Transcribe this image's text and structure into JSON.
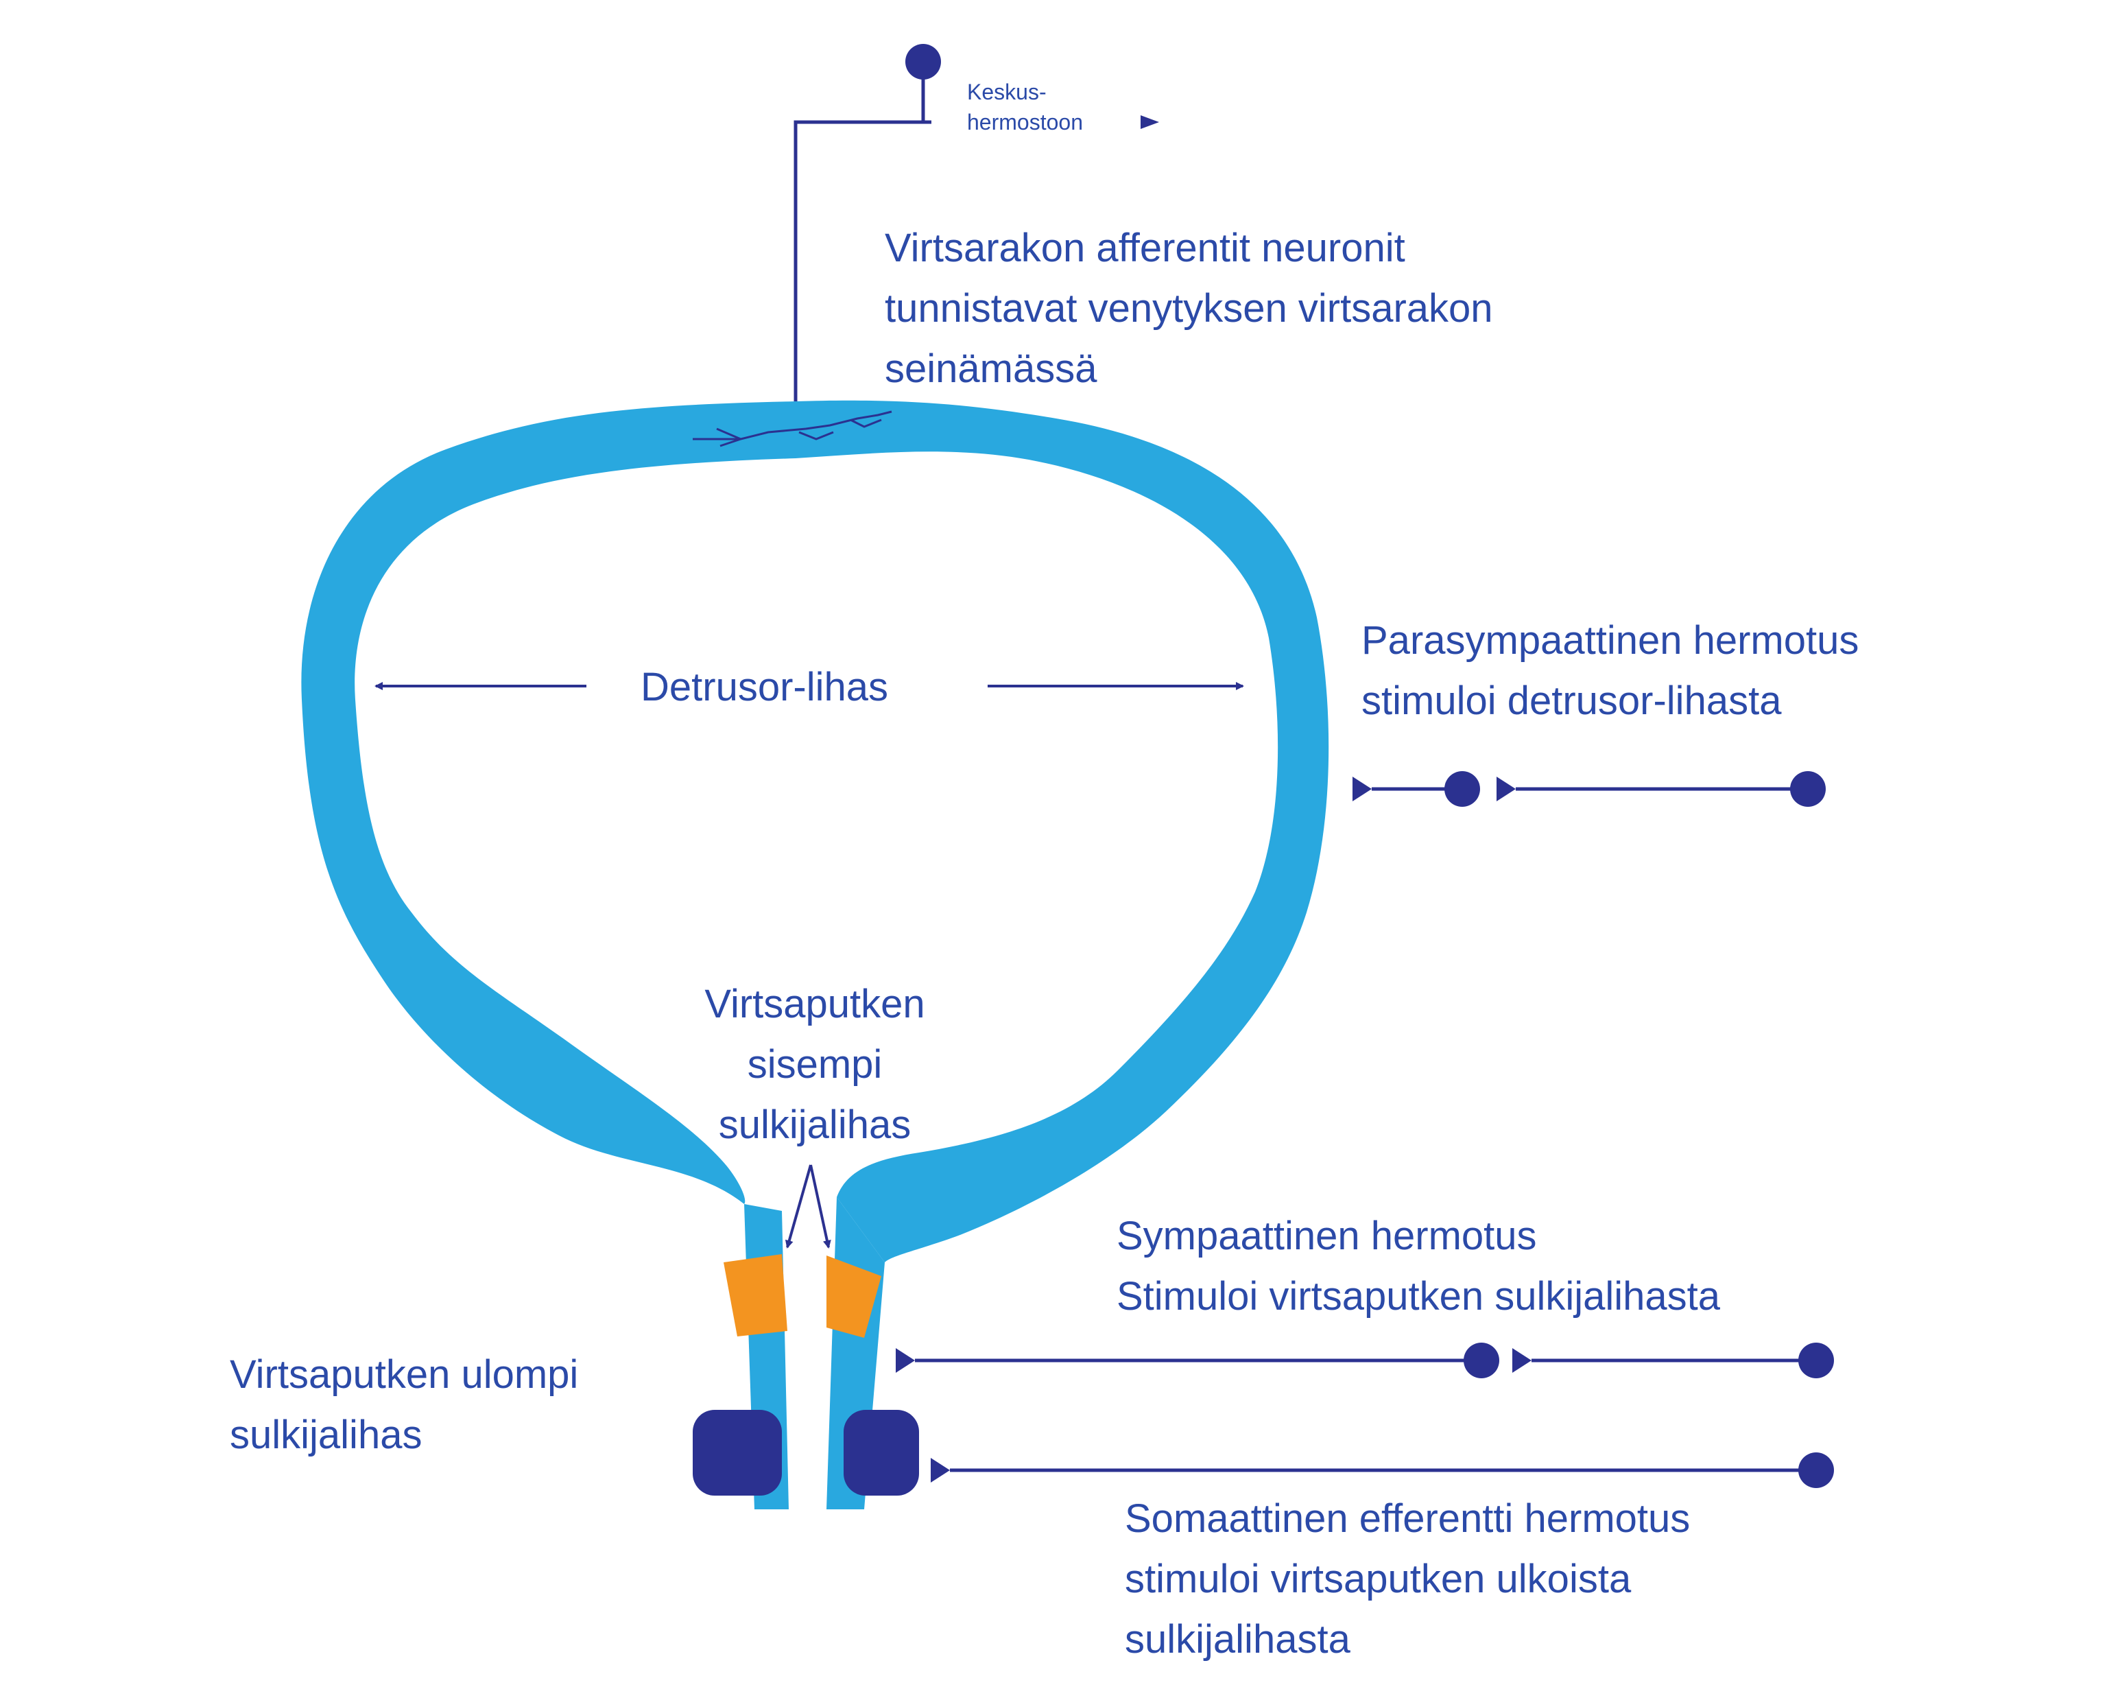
{
  "colors": {
    "bladder_wall": "#29a8df",
    "inner_sphincter": "#f39420",
    "outer_sphincter": "#2b3190",
    "nerve": "#2b3190",
    "text": "#2b4aa8"
  },
  "labels": {
    "cns": [
      "Keskus-",
      "hermostoon"
    ],
    "afferent": [
      "Virtsarakon afferentit neuronit",
      "tunnistavat venytyksen virtsarakon",
      "seinämässä"
    ],
    "detrusor": "Detrusor-lihas",
    "parasympathetic": [
      "Parasympaattinen hermotus",
      "stimuloi detrusor-lihasta"
    ],
    "internal_sphincter": [
      "Virtsaputken",
      "sisempi",
      "sulkijalihas"
    ],
    "sympathetic": [
      "Sympaattinen hermotus",
      "Stimuloi virtsaputken sulkijalihasta"
    ],
    "external_sphincter": [
      "Virtsaputken ulompi",
      "sulkijalihas"
    ],
    "somatic": [
      "Somaattinen efferentti hermotus",
      "stimuloi virtsaputken ulkoista",
      "sulkijalihasta"
    ]
  }
}
